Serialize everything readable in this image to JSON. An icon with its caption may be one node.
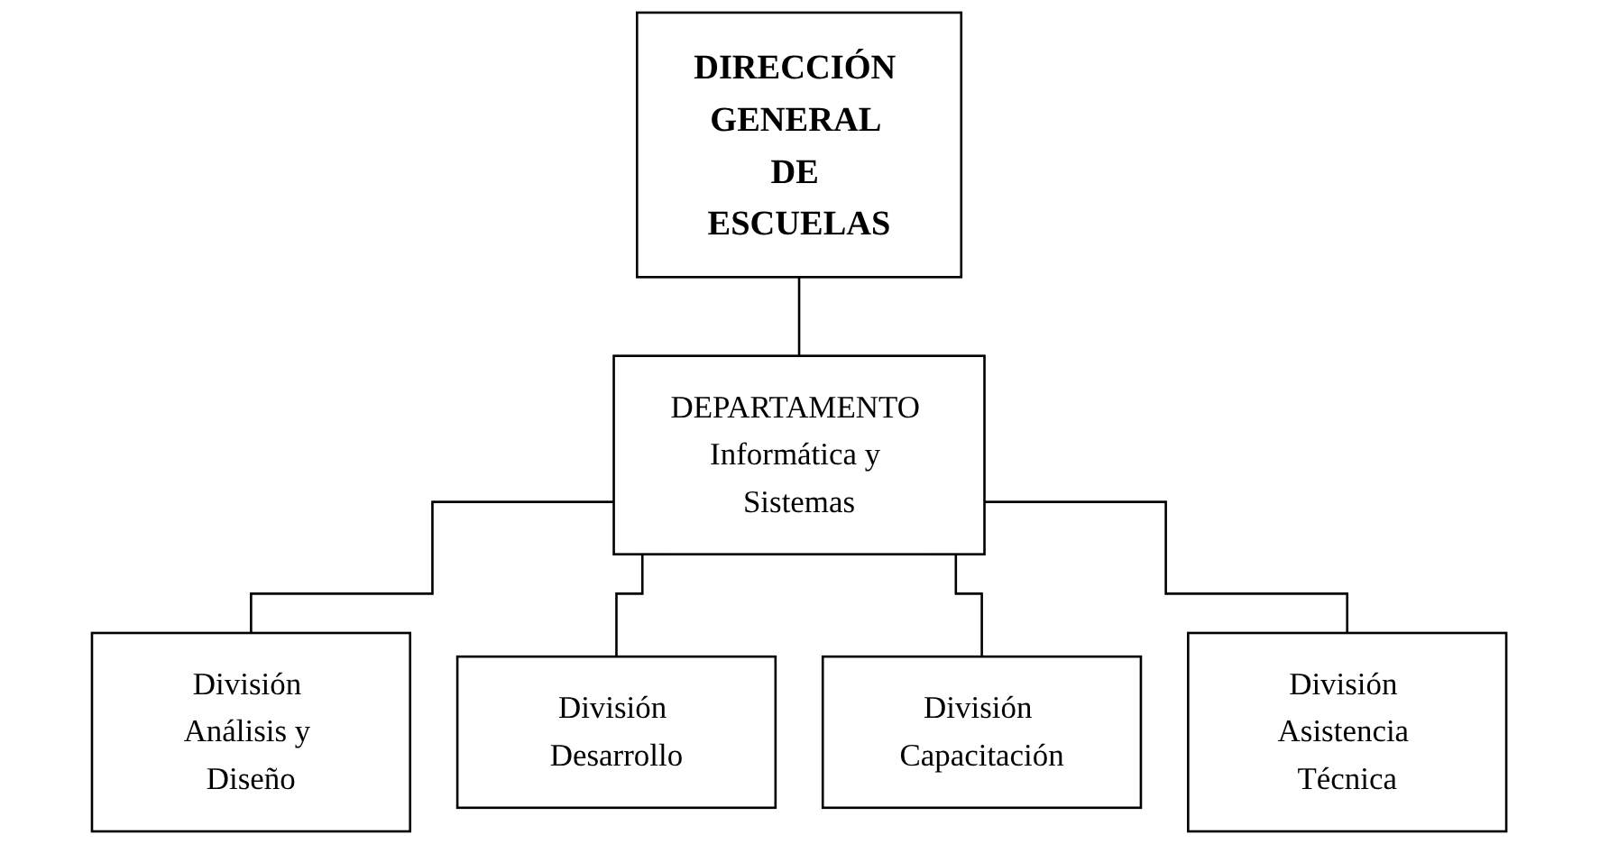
{
  "diagram": {
    "nodes": [
      {
        "text": [
          "DIRECCIÓN GENERAL DE ESCUELAS"
        ]
      },
      {
        "text": [
          "DEPARTAMENTO Informática y Sistemas"
        ]
      },
      {
        "text": [
          "División Análisis y Diseño"
        ]
      },
      {
        "text": [
          "División Desarrollo"
        ]
      },
      {
        "text": [
          "División Capacitación"
        ]
      },
      {
        "text": [
          "División Asistencia Técnica"
        ]
      }
    ],
    "edges": [
      {
        "from": 0,
        "to": 1,
        "arrow": "none"
      },
      {
        "from": 1,
        "to": 2,
        "arrow": "none"
      },
      {
        "from": 1,
        "to": 3,
        "arrow": "none"
      },
      {
        "from": 1,
        "to": 4,
        "arrow": "none"
      },
      {
        "from": 1,
        "to": 5,
        "arrow": "none"
      }
    ]
  }
}
